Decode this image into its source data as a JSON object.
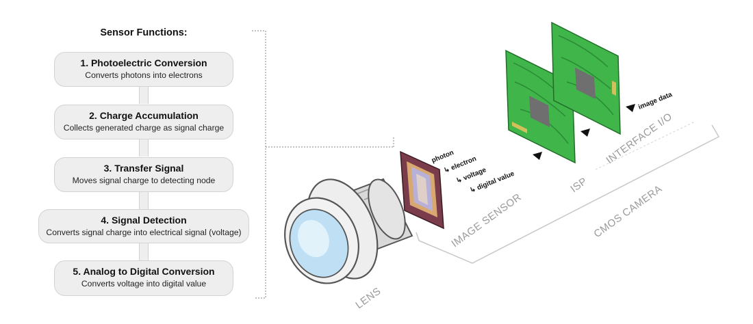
{
  "panel": {
    "title": "Sensor Functions:"
  },
  "steps": [
    {
      "title": "1. Photoelectric Conversion",
      "desc": "Converts photons into electrons"
    },
    {
      "title": "2. Charge Accumulation",
      "desc": "Collects generated charge as signal charge"
    },
    {
      "title": "3. Transfer Signal",
      "desc": "Moves signal charge to detecting node"
    },
    {
      "title": "4. Signal Detection",
      "desc": "Converts signal charge into electrical signal (voltage)"
    },
    {
      "title": "5. Analog to Digital Conversion",
      "desc": "Converts voltage into digital value"
    }
  ],
  "labels": {
    "lens": "LENS",
    "image_sensor": "IMAGE SENSOR",
    "isp": "ISP",
    "interface_io": "INTERFACE I/O",
    "cmos_camera": "CMOS CAMERA",
    "image_data": "image data",
    "photon": "photon",
    "electron": "↳ electron",
    "voltage": "↳ voltage",
    "digital_value": "↳ digital value"
  },
  "colors": {
    "box_fill": "#eeeeee",
    "box_border": "#d2d2d2",
    "pcb_green": "#3fb54a",
    "pcb_trace": "#2b8a35",
    "chip_gray": "#6f6f6f",
    "sensor_frame": "#7a3b4a",
    "lens_glass": "#cfe8f7",
    "label_gray": "#9a9a9a"
  }
}
